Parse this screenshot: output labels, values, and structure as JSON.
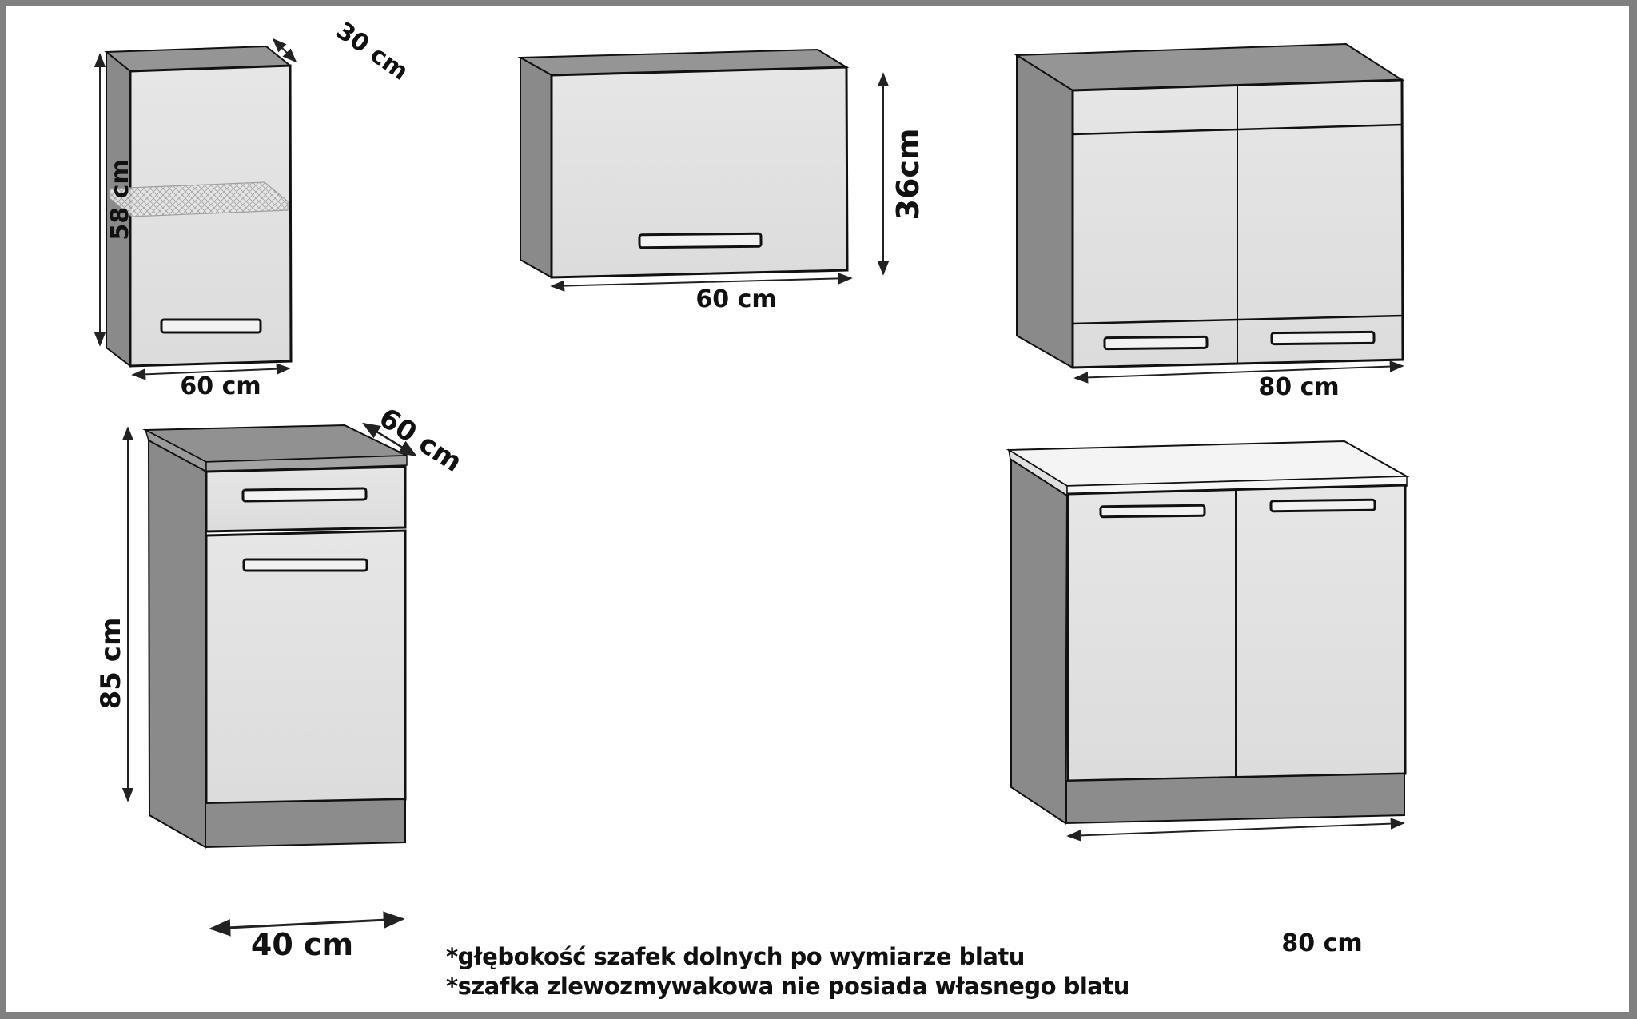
{
  "title": "Kitchen cabinet set – dimensions",
  "colors": {
    "frame": "#808080",
    "carcass_side": "#8a8a8a",
    "carcass_top": "#959595",
    "front": "#e2e2e2",
    "countertop": "#f4f4f4",
    "outline": "#111111"
  },
  "cabinets": [
    {
      "id": "wall-cabinet-60-glass-shelf",
      "type": "wall cabinet, single door with shelf",
      "dimensions": {
        "height": "58 cm",
        "width": "60 cm",
        "depth": "30 cm"
      }
    },
    {
      "id": "wall-cabinet-60-flap",
      "type": "wall cabinet, lift-up door",
      "dimensions": {
        "height": "36cm",
        "width": "60 cm"
      }
    },
    {
      "id": "wall-cabinet-80-double",
      "type": "wall cabinet, double door",
      "dimensions": {
        "width": "80 cm"
      }
    },
    {
      "id": "base-cabinet-40-drawer",
      "type": "base cabinet, drawer + door",
      "dimensions": {
        "height": "85 cm",
        "width": "40 cm",
        "depth": "60 cm"
      }
    },
    {
      "id": "sink-cabinet-80",
      "type": "sink base cabinet, double door",
      "dimensions": {
        "width": "80 cm"
      }
    }
  ],
  "notes": [
    "*głębokość szafek dolnych po wymiarze blatu",
    "*szafka zlewozmywakowa nie posiada własnego blatu"
  ]
}
